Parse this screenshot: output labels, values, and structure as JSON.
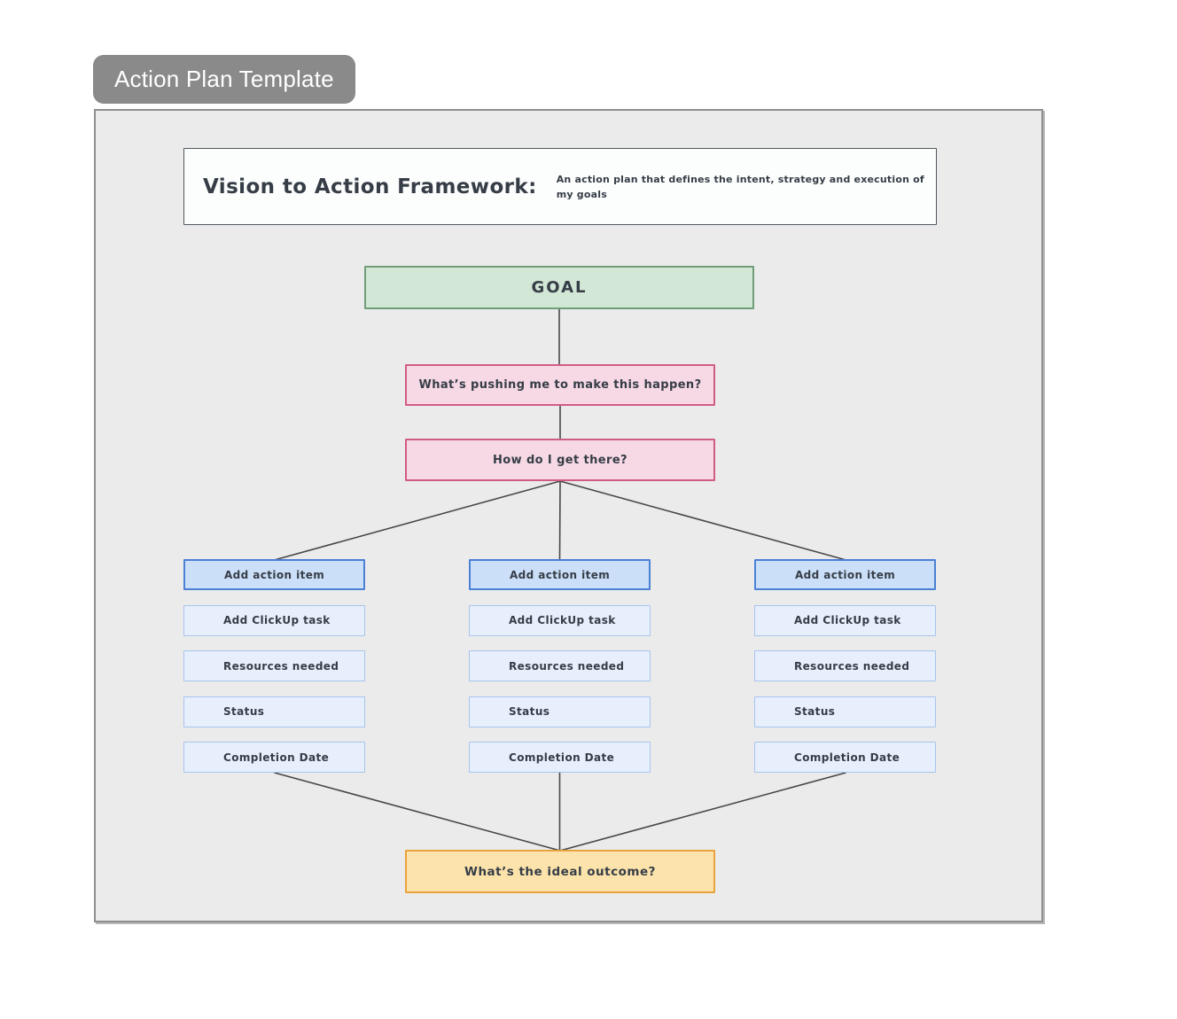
{
  "badge": {
    "label": "Action Plan Template"
  },
  "header": {
    "title": "Vision to Action Framework:",
    "subtitle": "An action plan that defines the intent, strategy and execution of my goals"
  },
  "nodes": {
    "goal": {
      "label": "GOAL"
    },
    "question_push": {
      "label": "What’s pushing me to make this happen?"
    },
    "question_how": {
      "label": "How do I get there?"
    },
    "outcome": {
      "label": "What’s the ideal outcome?"
    }
  },
  "columns": [
    {
      "items": [
        {
          "label": "Add action item"
        },
        {
          "label": "Add ClickUp task"
        },
        {
          "label": "Resources needed"
        },
        {
          "label": "Status"
        },
        {
          "label": "Completion Date"
        }
      ]
    },
    {
      "items": [
        {
          "label": "Add action item"
        },
        {
          "label": "Add ClickUp task"
        },
        {
          "label": "Resources needed"
        },
        {
          "label": "Status"
        },
        {
          "label": "Completion Date"
        }
      ]
    },
    {
      "items": [
        {
          "label": "Add action item"
        },
        {
          "label": "Add ClickUp task"
        },
        {
          "label": "Resources needed"
        },
        {
          "label": "Status"
        },
        {
          "label": "Completion Date"
        }
      ]
    }
  ],
  "colors": {
    "badge_bg": "#8a8a8a",
    "canvas_bg": "#ebebeb",
    "goal_fill": "#d2e7d6",
    "goal_border": "#6f9e79",
    "question_fill": "#f6d9e5",
    "question_border": "#d05c86",
    "action_fill": "#cbdff8",
    "action_border": "#4b80d5",
    "field_fill": "#e7effc",
    "field_border": "#a7c4ed",
    "outcome_fill": "#fbe3ab",
    "outcome_border": "#e9a33c",
    "text": "#363d47",
    "connector": "#47484a"
  }
}
